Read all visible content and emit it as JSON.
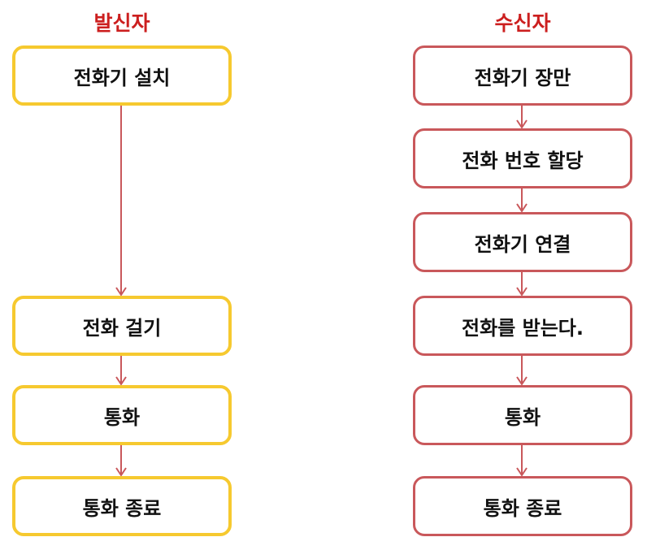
{
  "colors": {
    "title": "#cc1f1f",
    "sender_border": "#f6c92f",
    "receiver_border": "#c9585b",
    "arrow": "#c9585b"
  },
  "sender": {
    "title": "발신자",
    "steps": [
      "전화기 설치",
      "전화 걸기",
      "통화",
      "통화 종료"
    ]
  },
  "receiver": {
    "title": "수신자",
    "steps": [
      "전화기 장만",
      "전화 번호 할당",
      "전화기 연결",
      "전화를 받는다.",
      "통화",
      "통화 종료"
    ]
  }
}
